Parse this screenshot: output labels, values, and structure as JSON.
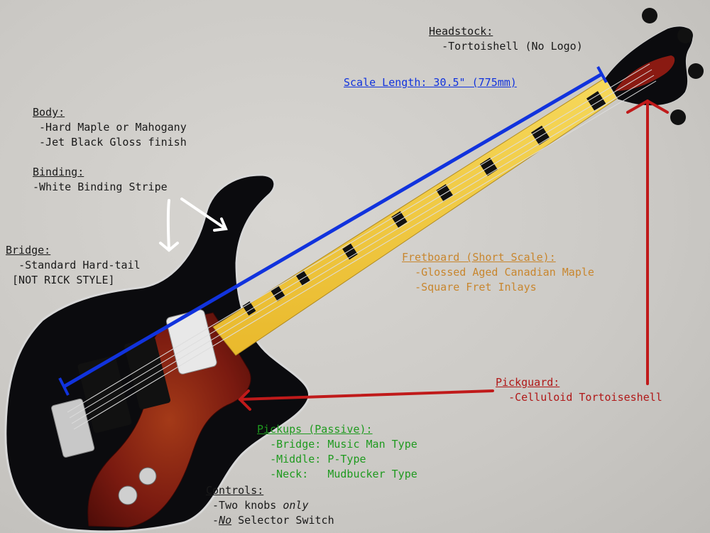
{
  "colors": {
    "annotation_text": "#1a1a1a",
    "scale_blue": "#1133dd",
    "arrow_red": "#c01a1a",
    "pickup_green": "#1f9a1f",
    "fretboard_orange": "#c8862e",
    "body_black": "#0b0b0e",
    "fretboard_maple": "#f2c93a",
    "tortoiseshell": "#7a1a10"
  },
  "headstock": {
    "title": "Headstock:",
    "line1": "-Tortoishell (No Logo)"
  },
  "scale": {
    "label": "Scale Length: 30.5\" (775mm)"
  },
  "body": {
    "title": "Body:",
    "line1": "-Hard Maple or Mahogany",
    "line2": "-Jet Black Gloss finish"
  },
  "binding": {
    "title": "Binding:",
    "line1": "-White Binding Stripe"
  },
  "bridge": {
    "title": "Bridge:",
    "line1": "-Standard Hard-tail",
    "line2": "[NOT RICK STYLE]"
  },
  "fretboard": {
    "title": "Fretboard (Short Scale):",
    "line1": "-Glossed Aged Canadian Maple",
    "line2": "-Square Fret Inlays"
  },
  "pickguard": {
    "title": "Pickguard:",
    "line1": "-Celluloid Tortoiseshell"
  },
  "pickups": {
    "title": "Pickups (Passive):",
    "line1": "-Bridge: Music Man Type",
    "line2": "-Middle: P-Type",
    "line3": "-Neck:   Mudbucker Type"
  },
  "controls": {
    "title": "Controls:",
    "line1_prefix": "-Two knobs ",
    "line1_emph": "only",
    "line2_prefix": "-",
    "line2_emph": "No",
    "line2_suffix": " Selector Switch"
  }
}
